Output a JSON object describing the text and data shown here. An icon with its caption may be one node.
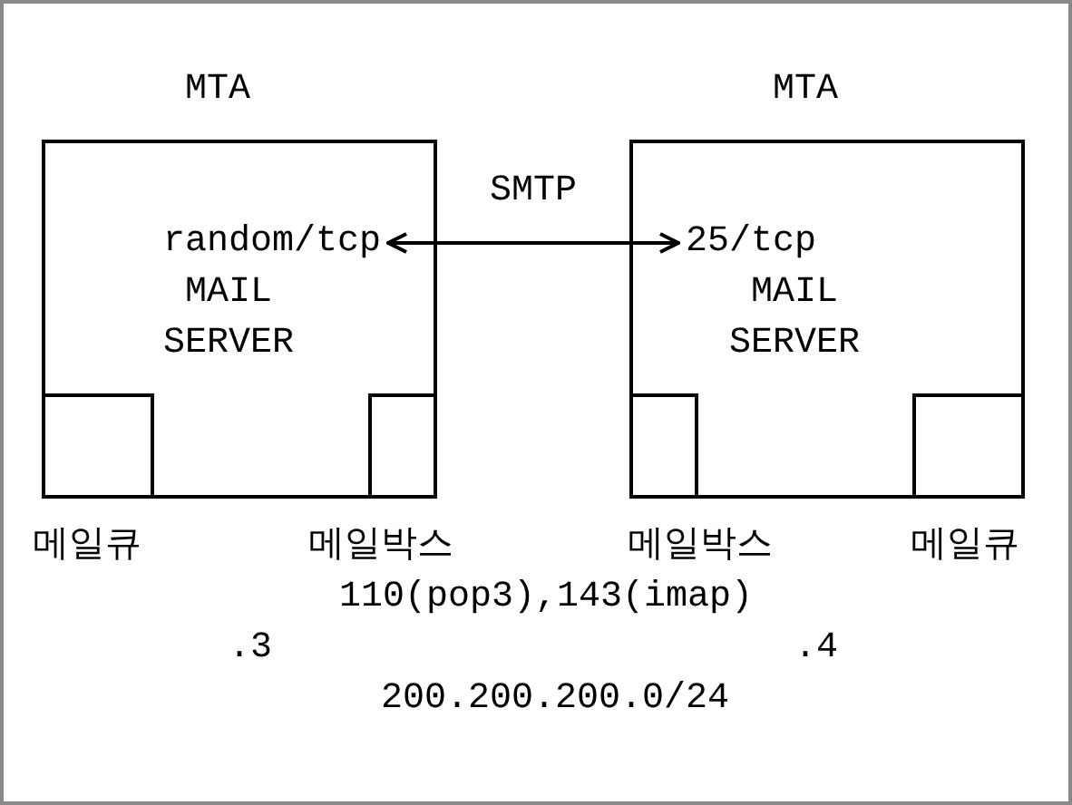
{
  "diagram": {
    "nodes": [
      {
        "text": [
          "MTA",
          "MAIL SERVER"
        ]
      },
      {
        "text": [
          "random/tcp"
        ],
        "in": 0
      },
      {
        "text": [],
        "shape": "box",
        "in": 0,
        "beside": [
          "메일큐"
        ]
      },
      {
        "text": [],
        "shape": "box",
        "in": 0,
        "beside": [
          "메일박스"
        ]
      },
      {
        "text": [
          "MTA",
          "MAIL SERVER"
        ]
      },
      {
        "text": [
          "25/tcp"
        ],
        "in": 4
      },
      {
        "text": [],
        "shape": "box",
        "in": 4,
        "beside": [
          "메일박스"
        ]
      },
      {
        "text": [],
        "shape": "box",
        "in": 4,
        "beside": [
          "메일큐"
        ]
      }
    ],
    "edges": [
      {
        "from": 1,
        "to": 5,
        "arrow": "both",
        "label": "SMTP"
      }
    ],
    "labels": [
      "110(pop3),143(imap)",
      ".3",
      ".4",
      "200.200.200.0/24"
    ]
  }
}
